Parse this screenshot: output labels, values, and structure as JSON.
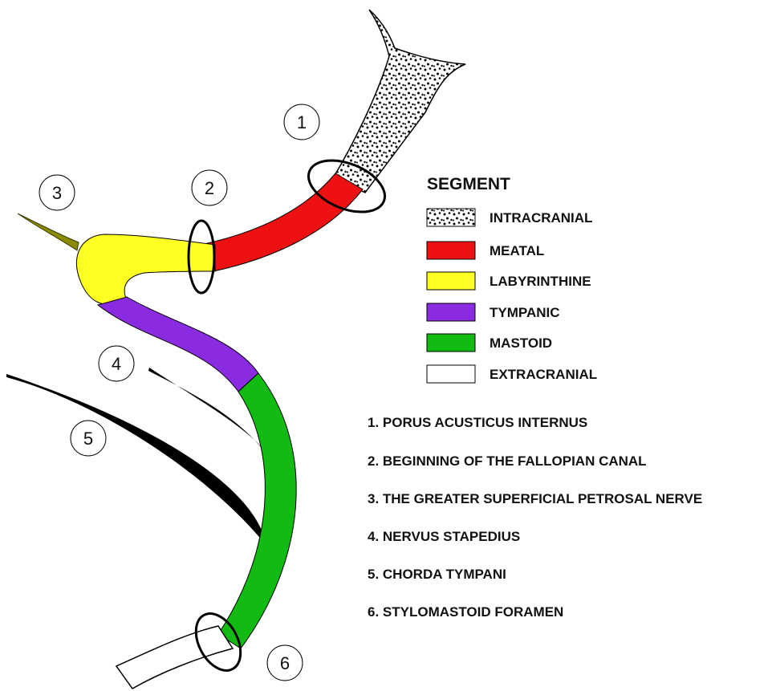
{
  "callouts": [
    "1",
    "2",
    "3",
    "4",
    "5",
    "6"
  ],
  "legend": {
    "title": "SEGMENT",
    "items": [
      {
        "label": "INTRACRANIAL",
        "pattern": "stipple",
        "color": "#ffffff"
      },
      {
        "label": "MEATAL",
        "color": "#ee1111"
      },
      {
        "label": "LABYRINTHINE",
        "color": "#ffff22"
      },
      {
        "label": "TYMPANIC",
        "color": "#8a2be2"
      },
      {
        "label": "MASTOID",
        "color": "#11bb11"
      },
      {
        "label": "EXTRACRANIAL",
        "color": "#ffffff"
      }
    ]
  },
  "notes": [
    "1.  PORUS ACUSTICUS INTERNUS",
    "2.  BEGINNING OF THE FALLOPIAN CANAL",
    "3.  THE GREATER SUPERFICIAL PETROSAL NERVE",
    "4.  NERVUS STAPEDIUS",
    "5.  CHORDA TYMPANI",
    "6.  STYLOMASTOID FORAMEN"
  ]
}
